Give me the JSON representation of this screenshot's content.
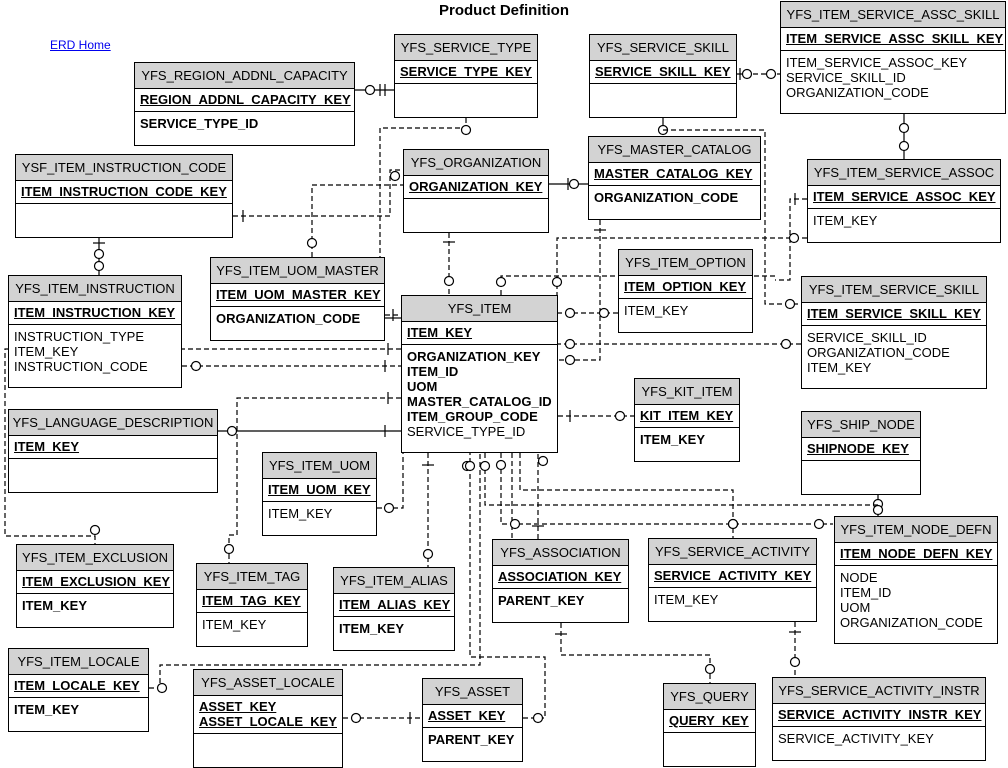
{
  "title": "Product Definition",
  "nav": {
    "erd_home": "ERD Home"
  },
  "entities": [
    {
      "id": "yfs_region_addnl_capacity",
      "name": "YFS_REGION_ADDNL_CAPACITY",
      "pk": [
        "REGION_ADDNL_CAPACITY_KEY"
      ],
      "attrs": [
        {
          "t": "SERVICE_TYPE_ID",
          "b": true
        }
      ]
    },
    {
      "id": "yfs_service_type",
      "name": "YFS_SERVICE_TYPE",
      "pk": [
        "SERVICE_TYPE_KEY"
      ],
      "attrs": []
    },
    {
      "id": "yfs_service_skill",
      "name": "YFS_SERVICE_SKILL",
      "pk": [
        "SERVICE_SKILL_KEY"
      ],
      "attrs": []
    },
    {
      "id": "yfs_item_service_assc_skill",
      "name": "YFS_ITEM_SERVICE_ASSC_SKILL",
      "pk": [
        "ITEM_SERVICE_ASSC_SKILL_KEY"
      ],
      "attrs": [
        {
          "t": "ITEM_SERVICE_ASSOC_KEY",
          "b": false
        },
        {
          "t": "SERVICE_SKILL_ID",
          "b": false
        },
        {
          "t": "ORGANIZATION_CODE",
          "b": false
        }
      ]
    },
    {
      "id": "ysf_item_instruction_code",
      "name": "YSF_ITEM_INSTRUCTION_CODE",
      "pk": [
        "ITEM_INSTRUCTION_CODE_KEY"
      ],
      "attrs": []
    },
    {
      "id": "yfs_organization",
      "name": "YFS_ORGANIZATION",
      "pk": [
        "ORGANIZATION_KEY"
      ],
      "attrs": []
    },
    {
      "id": "yfs_master_catalog",
      "name": "YFS_MASTER_CATALOG",
      "pk": [
        "MASTER_CATALOG_KEY"
      ],
      "attrs": [
        {
          "t": "ORGANIZATION_CODE",
          "b": true
        }
      ]
    },
    {
      "id": "yfs_item_service_assoc",
      "name": "YFS_ITEM_SERVICE_ASSOC",
      "pk": [
        "ITEM_SERVICE_ASSOC_KEY"
      ],
      "attrs": [
        {
          "t": "ITEM_KEY",
          "b": false
        }
      ]
    },
    {
      "id": "yfs_item_instruction",
      "name": "YFS_ITEM_INSTRUCTION",
      "pk": [
        "ITEM_INSTRUCTION_KEY"
      ],
      "attrs": [
        {
          "t": "INSTRUCTION_TYPE",
          "b": false
        },
        {
          "t": "ITEM_KEY",
          "b": false
        },
        {
          "t": "INSTRUCTION_CODE",
          "b": false
        }
      ]
    },
    {
      "id": "yfs_item_uom_master",
      "name": "YFS_ITEM_UOM_MASTER",
      "pk": [
        "ITEM_UOM_MASTER_KEY"
      ],
      "attrs": [
        {
          "t": "ORGANIZATION_CODE",
          "b": true
        }
      ]
    },
    {
      "id": "yfs_item",
      "name": "YFS_ITEM",
      "pk": [
        "ITEM_KEY"
      ],
      "attrs": [
        {
          "t": "ORGANIZATION_KEY",
          "b": true
        },
        {
          "t": "ITEM_ID",
          "b": true
        },
        {
          "t": "UOM",
          "b": true
        },
        {
          "t": "MASTER_CATALOG_ID",
          "b": true
        },
        {
          "t": "ITEM_GROUP_CODE",
          "b": true
        },
        {
          "t": "SERVICE_TYPE_ID",
          "b": false
        }
      ]
    },
    {
      "id": "yfs_item_option",
      "name": "YFS_ITEM_OPTION",
      "pk": [
        "ITEM_OPTION_KEY"
      ],
      "attrs": [
        {
          "t": "ITEM_KEY",
          "b": false
        }
      ]
    },
    {
      "id": "yfs_item_service_skill",
      "name": "YFS_ITEM_SERVICE_SKILL",
      "pk": [
        "ITEM_SERVICE_SKILL_KEY"
      ],
      "attrs": [
        {
          "t": "SERVICE_SKILL_ID",
          "b": false
        },
        {
          "t": "ORGANIZATION_CODE",
          "b": false
        },
        {
          "t": "ITEM_KEY",
          "b": false
        }
      ]
    },
    {
      "id": "yfs_language_description",
      "name": "YFS_LANGUAGE_DESCRIPTION",
      "pk": [
        "ITEM_KEY"
      ],
      "attrs": []
    },
    {
      "id": "yfs_kit_item",
      "name": "YFS_KIT_ITEM",
      "pk": [
        "KIT_ITEM_KEY"
      ],
      "attrs": [
        {
          "t": "ITEM_KEY",
          "b": true
        }
      ]
    },
    {
      "id": "yfs_ship_node",
      "name": "YFS_SHIP_NODE",
      "pk": [
        "SHIPNODE_KEY"
      ],
      "attrs": []
    },
    {
      "id": "yfs_item_uom",
      "name": "YFS_ITEM_UOM",
      "pk": [
        "ITEM_UOM_KEY"
      ],
      "attrs": [
        {
          "t": "ITEM_KEY",
          "b": false
        }
      ]
    },
    {
      "id": "yfs_item_exclusion",
      "name": "YFS_ITEM_EXCLUSION",
      "pk": [
        "ITEM_EXCLUSION_KEY"
      ],
      "attrs": [
        {
          "t": "ITEM_KEY",
          "b": true
        }
      ]
    },
    {
      "id": "yfs_item_tag",
      "name": "YFS_ITEM_TAG",
      "pk": [
        "ITEM_TAG_KEY"
      ],
      "attrs": [
        {
          "t": "ITEM_KEY",
          "b": false
        }
      ]
    },
    {
      "id": "yfs_item_alias",
      "name": "YFS_ITEM_ALIAS",
      "pk": [
        "ITEM_ALIAS_KEY"
      ],
      "attrs": [
        {
          "t": "ITEM_KEY",
          "b": true
        }
      ]
    },
    {
      "id": "yfs_association",
      "name": "YFS_ASSOCIATION",
      "pk": [
        "ASSOCIATION_KEY"
      ],
      "attrs": [
        {
          "t": "PARENT_KEY",
          "b": true
        }
      ]
    },
    {
      "id": "yfs_service_activity",
      "name": "YFS_SERVICE_ACTIVITY",
      "pk": [
        "SERVICE_ACTIVITY_KEY"
      ],
      "attrs": [
        {
          "t": "ITEM_KEY",
          "b": false
        }
      ]
    },
    {
      "id": "yfs_item_node_defn",
      "name": "YFS_ITEM_NODE_DEFN",
      "pk": [
        "ITEM_NODE_DEFN_KEY"
      ],
      "attrs": [
        {
          "t": "NODE",
          "b": false
        },
        {
          "t": "ITEM_ID",
          "b": false
        },
        {
          "t": "UOM",
          "b": false
        },
        {
          "t": "ORGANIZATION_CODE",
          "b": false
        }
      ]
    },
    {
      "id": "yfs_item_locale",
      "name": "YFS_ITEM_LOCALE",
      "pk": [
        "ITEM_LOCALE_KEY"
      ],
      "attrs": [
        {
          "t": "ITEM_KEY",
          "b": true
        }
      ]
    },
    {
      "id": "yfs_asset_locale",
      "name": "YFS_ASSET_LOCALE",
      "pk": [
        "ASSET_KEY",
        "ASSET_LOCALE_KEY"
      ],
      "attrs": []
    },
    {
      "id": "yfs_asset",
      "name": "YFS_ASSET",
      "pk": [
        "ASSET_KEY"
      ],
      "attrs": [
        {
          "t": "PARENT_KEY",
          "b": true
        }
      ]
    },
    {
      "id": "yfs_query",
      "name": "YFS_QUERY",
      "pk": [
        "QUERY_KEY"
      ],
      "attrs": []
    },
    {
      "id": "yfs_service_activity_instr",
      "name": "YFS_SERVICE_ACTIVITY_INSTR",
      "pk": [
        "SERVICE_ACTIVITY_INSTR_KEY"
      ],
      "attrs": [
        {
          "t": "SERVICE_ACTIVITY_KEY",
          "b": false
        }
      ]
    }
  ]
}
